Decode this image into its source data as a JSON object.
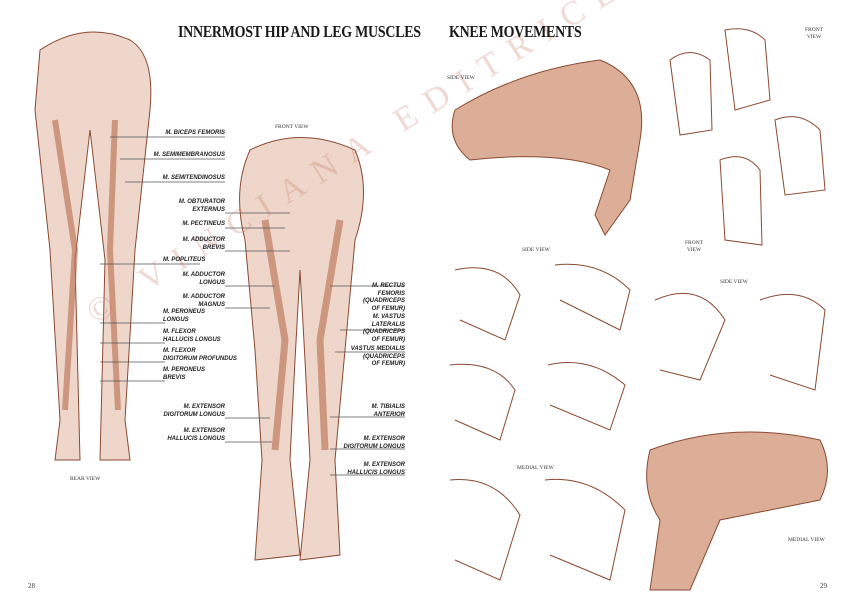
{
  "left_page": {
    "title": "INNERMOST HIP AND LEG MUSCLES",
    "page_number": "28",
    "views": {
      "rear": "REAR VIEW",
      "front": "FRONT VIEW"
    },
    "labels_rear": [
      "M. BICEPS FEMORIS",
      "M. SEMIMEMBRANOSUS",
      "M. SEMITENDINOSUS",
      "M. POPLITEUS",
      "M. PERONEUS\nLONGUS",
      "M. FLEXOR\nHALLUCIS LONGUS",
      "M. FLEXOR\nDIGITORUM PROFUNDUS",
      "M. PERONEUS\nBREVIS"
    ],
    "labels_front_left": [
      "M. OBTURATOR\nEXTERNUS",
      "M. PECTINEUS",
      "M. ADDUCTOR\nBREVIS",
      "M. ADDUCTOR\nLONGUS",
      "M. ADDUCTOR\nMAGNUS",
      "M. EXTENSOR\nDIGITORUM LONGUS",
      "M. EXTENSOR\nHALLUCIS LONGUS"
    ],
    "labels_front_right": [
      "M. RECTUS\nFEMORIS\n(QUADRICEPS\nOF FEMUR)",
      "M. VASTUS\nLATERALIS\n(QUADRICEPS\nOF FEMUR)",
      "VASTUS MEDIALIS\n(QUADRICEPS\nOF FEMUR)",
      "M. TIBIALIS\nANTERIOR",
      "M. EXTENSOR\nDIGITORUM LONGUS",
      "M. EXTENSOR\nHALLUCIS LONGUS"
    ]
  },
  "right_page": {
    "title": "KNEE MOVEMENTS",
    "page_number": "29",
    "views": {
      "side_1": "SIDE VIEW",
      "front_1": "FRONT\nVIEW",
      "side_2": "SIDE VIEW",
      "front_2": "FRONT\nVIEW",
      "side_3": "SIDE VIEW",
      "medial_1": "MEDIAL VIEW",
      "medial_2": "MEDIAL VIEW"
    }
  },
  "watermark": "© VINCIANA EDITRICE s.a.s.",
  "colors": {
    "ink": "#8a4a32",
    "muscle": "#b86a4c",
    "muscle_light": "#e7c3b2"
  }
}
